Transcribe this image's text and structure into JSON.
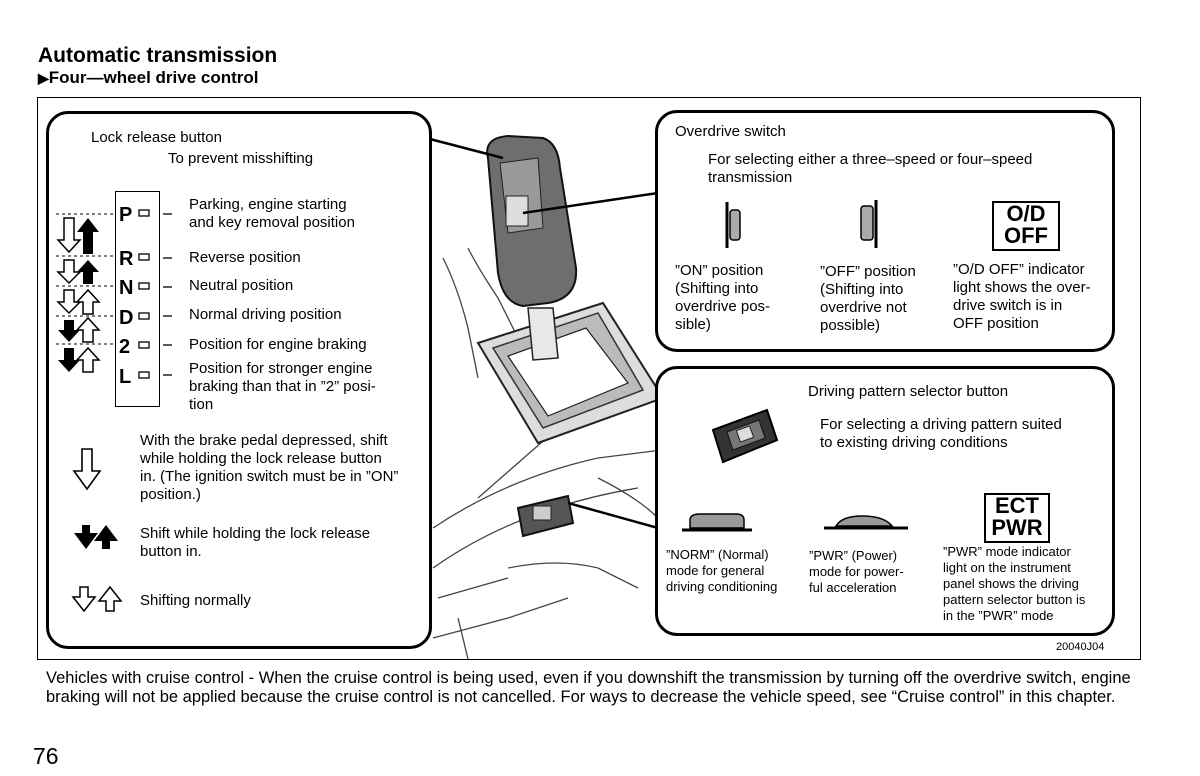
{
  "header": {
    "title": "Automatic transmission",
    "subtitle": "Four—wheel drive control",
    "subtitle_bullet": "▶"
  },
  "left_panel": {
    "lock_release": "Lock release button",
    "prevent": "To prevent misshifting",
    "gears": [
      {
        "letter": "P",
        "desc": [
          "Parking, engine starting",
          "and key removal position"
        ]
      },
      {
        "letter": "R",
        "desc": [
          "Reverse position"
        ]
      },
      {
        "letter": "N",
        "desc": [
          "Neutral position"
        ]
      },
      {
        "letter": "D",
        "desc": [
          "Normal driving position"
        ]
      },
      {
        "letter": "2",
        "desc": [
          "Position for engine braking"
        ]
      },
      {
        "letter": "L",
        "desc": [
          "Position for stronger engine",
          "braking than that in ”2” posi-",
          "tion"
        ]
      }
    ],
    "legend": [
      {
        "icon": "hollow-down-arrow-icon",
        "text": [
          "With the brake pedal depressed, shift",
          "while holding the lock release button",
          "in. (The ignition switch must be in ”ON”",
          "position.)"
        ]
      },
      {
        "icon": "solid-arrows-icon",
        "text": [
          "Shift while holding the lock release",
          "button in."
        ]
      },
      {
        "icon": "hollow-arrows-icon",
        "text": [
          "Shifting normally"
        ]
      }
    ]
  },
  "overdrive_panel": {
    "title": "Overdrive switch",
    "desc": [
      "For selecting either a three–speed or four–speed",
      "transmission"
    ],
    "on": [
      "”ON” position",
      "(Shifting into",
      "overdrive pos-",
      "sible)"
    ],
    "off": [
      "”OFF” position",
      "(Shifting into",
      "overdrive not",
      "possible)"
    ],
    "indicator_line1": "O/D",
    "indicator_line2": "OFF",
    "indicator": [
      "”O/D OFF” indicator",
      "light shows the over-",
      "drive switch is in",
      "OFF position"
    ]
  },
  "pattern_panel": {
    "title": "Driving pattern selector button",
    "desc": [
      "For selecting a driving pattern suited",
      "to existing driving conditions"
    ],
    "norm": [
      "”NORM” (Normal)",
      "mode for general",
      "driving conditioning"
    ],
    "pwr": [
      "”PWR” (Power)",
      "mode for power-",
      "ful acceleration"
    ],
    "indicator_line1": "ECT",
    "indicator_line2": "PWR",
    "indicator": [
      "”PWR” mode indicator",
      "light on the instrument",
      "panel shows the driving",
      "pattern selector button is",
      "in the ”PWR” mode"
    ]
  },
  "figure_code": "20040J04",
  "bottom_text": "Vehicles with cruise control - When the cruise control is being used, even if you downshift the transmission by turning off the overdrive switch, engine braking will not be applied because the cruise control is not cancelled. For ways to decrease the vehicle speed, see “Cruise control” in this chapter.",
  "page_number": "76"
}
